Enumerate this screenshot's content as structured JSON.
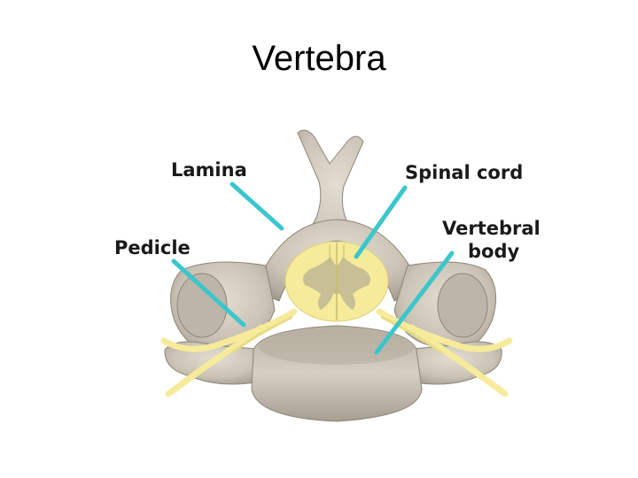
{
  "title": "Vertebra",
  "labels": {
    "lamina": "Lamina",
    "spinal_cord": "Spinal cord",
    "pedicle": "Pedicle",
    "vertebral_body_line1": "Vertebral",
    "vertebral_body_line2": "body"
  },
  "colors": {
    "bone": "#cbc3b5",
    "bone_shadow": "#a29a8c",
    "nerve": "#f5eb9b",
    "leader": "#3bc6cc"
  }
}
